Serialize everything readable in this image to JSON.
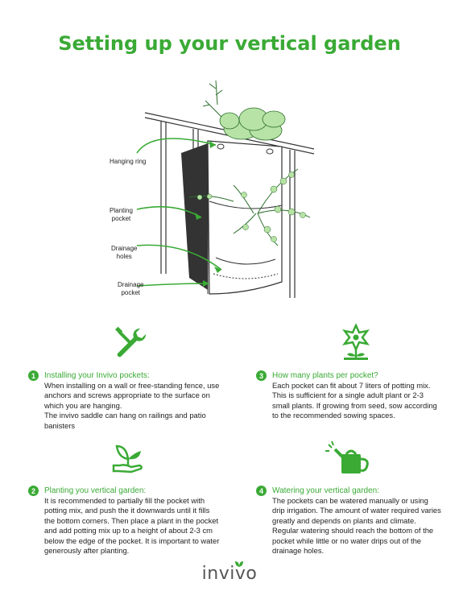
{
  "title": "Setting up your vertical garden",
  "callouts": {
    "hanging_ring": "Hanging ring",
    "planting_pocket_1": "Planting",
    "planting_pocket_2": "pocket",
    "drainage_holes_1": "Drainage",
    "drainage_holes_2": "holes",
    "drainage_pocket_1": "Drainage",
    "drainage_pocket_2": "pocket"
  },
  "steps": [
    {
      "number": "1",
      "title": "Installing your Invivo pockets:",
      "text": "When installing on a wall or free-standing fence, use anchors and screws appropriate to the surface on which you are hanging.\nThe invivo saddle can hang on railings and patio banisters",
      "icon": "wrench-icon"
    },
    {
      "number": "2",
      "title": "Planting you vertical garden:",
      "text": "It is recommended to partially fill the pocket with potting mix, and push the it downwards until it fills the bottom corners. Then place a plant in the pocket and add potting mix up to a height of about 2-3 cm below the edge of the pocket. It is important to water generously after planting.",
      "icon": "hand-seedling-icon"
    },
    {
      "number": "3",
      "title": "How many plants per pocket?",
      "text": "Each pocket can fit about 7 liters of potting mix. This is sufficient for a single adult plant or 2-3 small plants. If growing from seed, sow according to the recommended sowing spaces.",
      "icon": "flower-icon"
    },
    {
      "number": "4",
      "title": "Watering your vertical garden:",
      "text": "The pockets can be watered manually or using drip irrigation. The amount of water required varies greatly and depends on plants and climate. Regular watering should reach the bottom of the pocket while little or no water drips out of the drainage holes.",
      "icon": "watering-can-icon"
    }
  ],
  "logo": "invivo",
  "colors": {
    "accent": "#3aaa35",
    "text": "#222222"
  }
}
